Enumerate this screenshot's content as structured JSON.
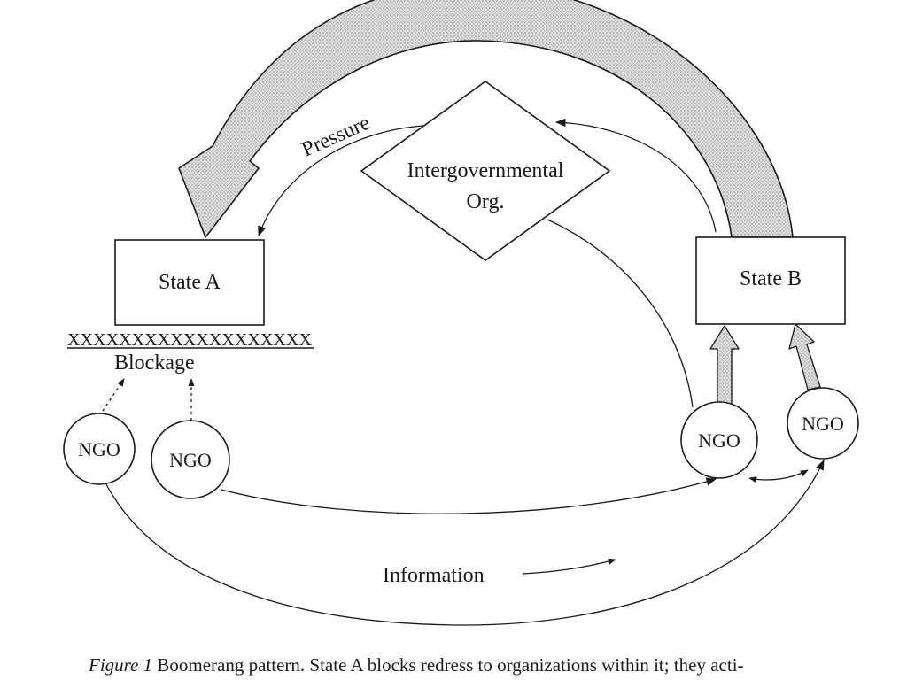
{
  "nodes": {
    "state_a": "State A",
    "state_b": "State B",
    "igo_line1": "Intergovernmental",
    "igo_line2": "Org.",
    "ngo_1": "NGO",
    "ngo_2": "NGO",
    "ngo_3": "NGO",
    "ngo_4": "NGO"
  },
  "labels": {
    "pressure": "Pressure",
    "blockage_marks": "XXXXXXXXXXXXXXXXXXX",
    "blockage": "Blockage",
    "information": "Information"
  },
  "caption": {
    "figure_label": "Figure 1",
    "text": "Boomerang pattern. State A blocks redress to organizations within it; they acti-"
  },
  "colors": {
    "ink": "#1a1a1a",
    "shaded_arrow_fill": "#d2d2d2",
    "background": "#ffffff"
  }
}
